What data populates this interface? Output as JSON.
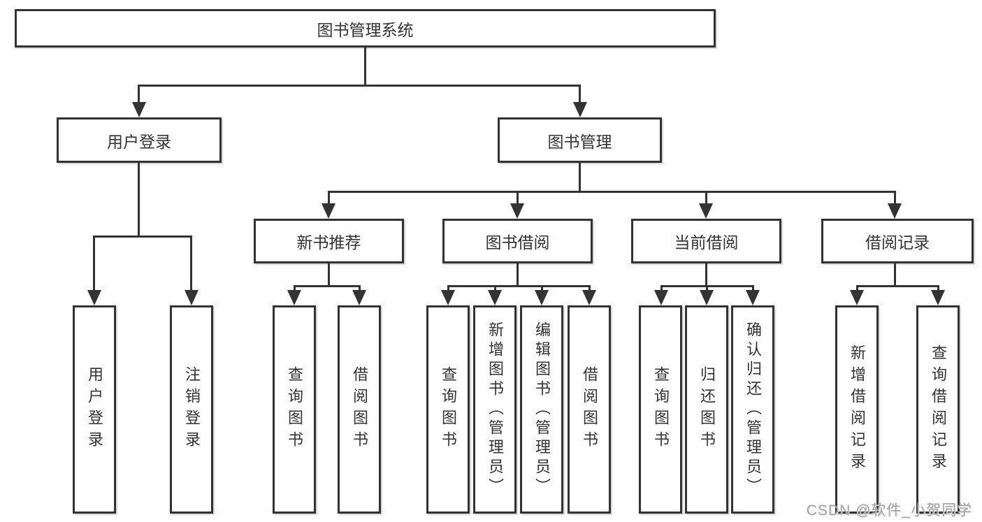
{
  "diagram": {
    "title": "图书管理系统",
    "level2": [
      {
        "label": "用户登录",
        "children": [
          "用户登录",
          "注销登录"
        ]
      },
      {
        "label": "图书管理",
        "children": [
          {
            "label": "新书推荐",
            "children": [
              "查询图书",
              "借阅图书"
            ]
          },
          {
            "label": "图书借阅",
            "children": [
              "查询图书",
              "新增图书（管理员）",
              "编辑图书（管理员）",
              "借阅图书"
            ]
          },
          {
            "label": "当前借阅",
            "children": [
              "查询图书",
              "归还图书",
              "确认归还（管理员）"
            ]
          },
          {
            "label": "借阅记录",
            "children": [
              "新增借阅记录",
              "查询借阅记录"
            ]
          }
        ]
      }
    ]
  },
  "watermark": {
    "text": "CSDN @软件_小贺同学",
    "color": "#a3a3a3"
  },
  "colors": {
    "line": "#333333",
    "text": "#333333",
    "background": "#ffffff"
  }
}
